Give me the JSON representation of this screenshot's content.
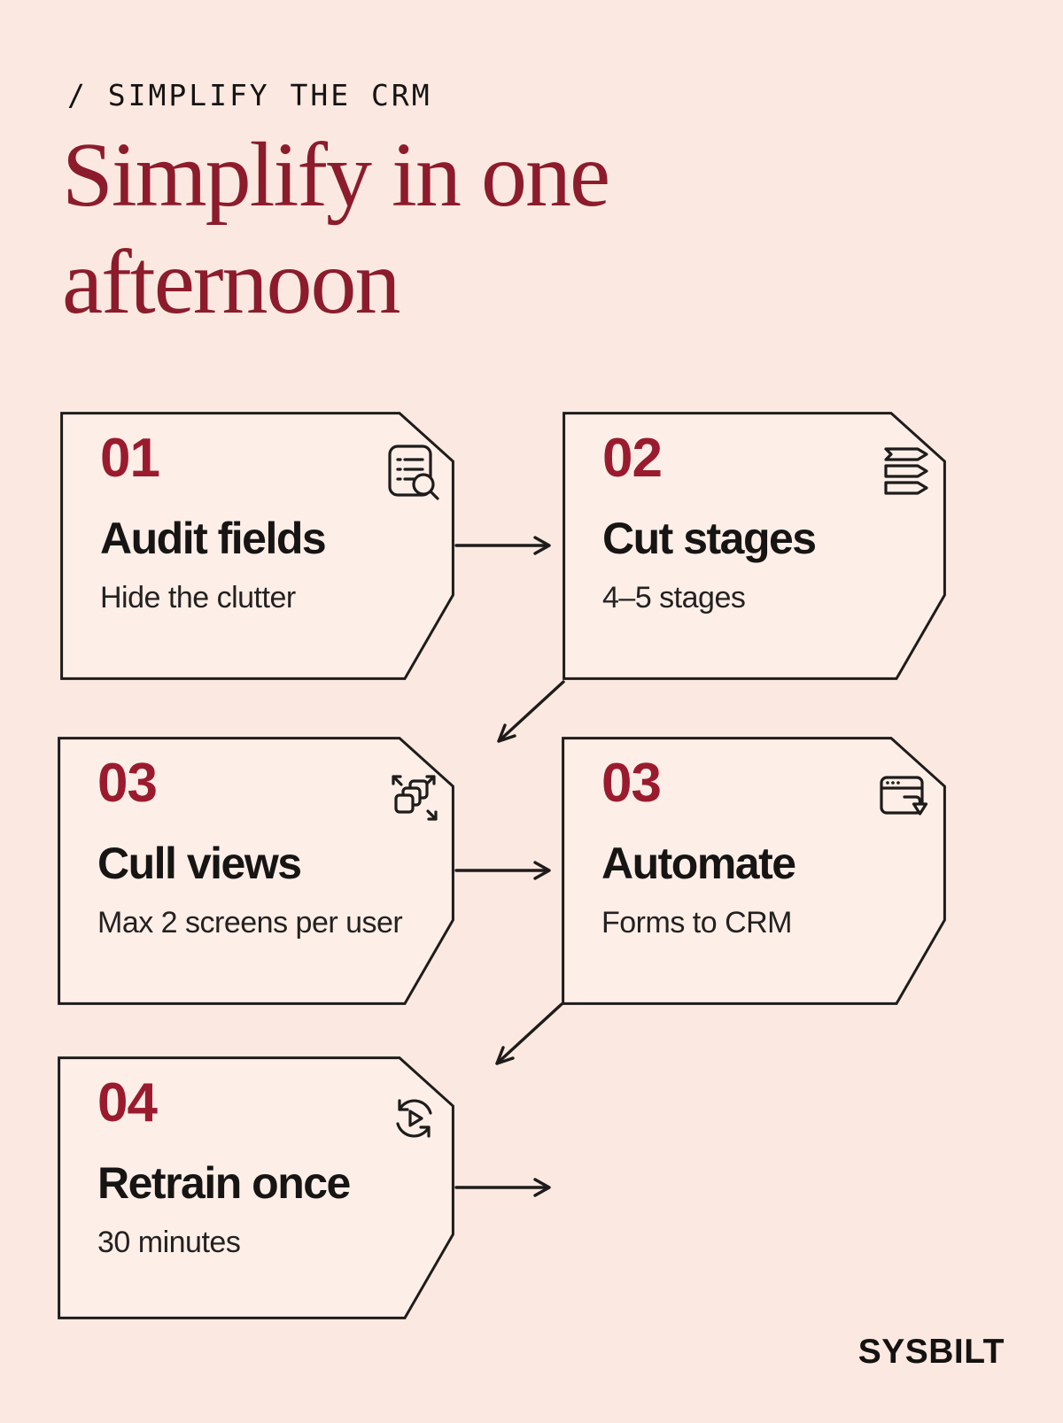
{
  "page": {
    "eyebrow": "/ SIMPLIFY THE CRM",
    "title_line1": "Simplify in one",
    "title_line2": "afternoon",
    "brand": "SYSBILT"
  },
  "colors": {
    "background": "#fbe9e1",
    "card_fill": "#fdefe8",
    "ink": "#1e1c1b",
    "accent_red": "#9b1b2e",
    "title_red": "#8c1c2c"
  },
  "cards": [
    {
      "number": "01",
      "title": "Audit fields",
      "subtitle": "Hide the clutter",
      "icon": "checklist-search-icon"
    },
    {
      "number": "02",
      "title": "Cut stages",
      "subtitle": "4–5 stages",
      "icon": "funnel-stages-icon"
    },
    {
      "number": "03",
      "title": "Cull views",
      "subtitle": "Max 2 screens per user",
      "icon": "screens-expand-icon"
    },
    {
      "number": "03",
      "title": "Automate",
      "subtitle": "Forms to CRM",
      "icon": "browser-export-icon"
    },
    {
      "number": "04",
      "title": "Retrain once",
      "subtitle": "30 minutes",
      "icon": "replay-icon"
    }
  ]
}
